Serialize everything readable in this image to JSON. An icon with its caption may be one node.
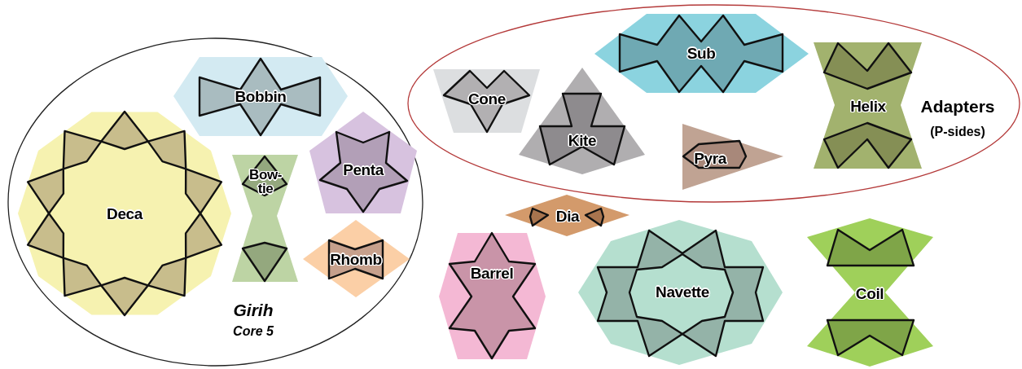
{
  "diagram": {
    "nodes": [
      {
        "text": [
          "Girih",
          "Core 5"
        ]
      },
      {
        "text": [
          "Deca"
        ],
        "in": 0
      },
      {
        "text": [
          "Bobbin"
        ],
        "in": 0
      },
      {
        "text": [
          "Bow-tie"
        ],
        "in": 0
      },
      {
        "text": [
          "Penta"
        ],
        "in": 0
      },
      {
        "text": [
          "Rhomb"
        ],
        "in": 0
      },
      {
        "text": [
          "Adapters",
          "(P-sides)"
        ]
      },
      {
        "text": [
          "Sub"
        ],
        "in": 6
      },
      {
        "text": [
          "Cone"
        ],
        "in": 6
      },
      {
        "text": [
          "Kite"
        ],
        "in": 6
      },
      {
        "text": [
          "Pyra"
        ],
        "in": 6
      },
      {
        "text": [
          "Helix"
        ],
        "in": 6
      },
      {
        "text": [
          "Dia"
        ]
      },
      {
        "text": [
          "Barrel"
        ]
      },
      {
        "text": [
          "Navette"
        ]
      },
      {
        "text": [
          "Coil"
        ]
      }
    ]
  }
}
